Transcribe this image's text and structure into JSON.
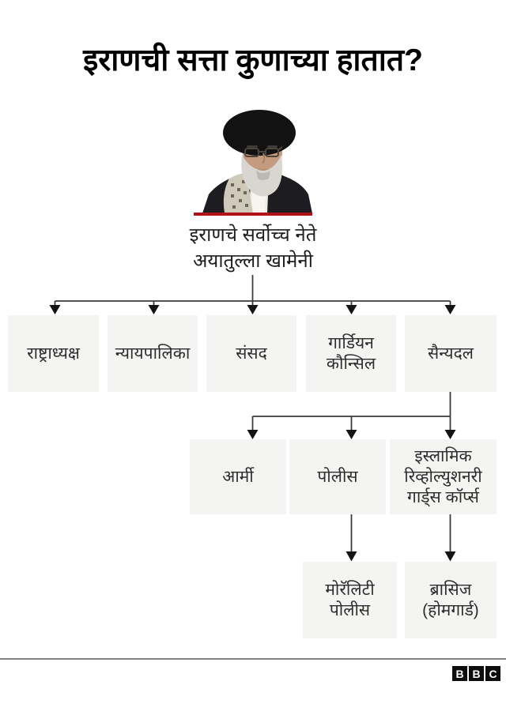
{
  "title": "इराणची सत्ता कुणाच्या हातात?",
  "leader": {
    "caption": "इराणचे सर्वोच्च नेते\nअयातुल्ला खामेनी"
  },
  "org": {
    "level1": [
      {
        "label": "राष्ट्राध्यक्ष"
      },
      {
        "label": "न्यायपालिका"
      },
      {
        "label": "संसद"
      },
      {
        "label": "गार्डियन\nकौन्सिल"
      },
      {
        "label": "सैन्यदल"
      }
    ],
    "level2": [
      {
        "label": "आर्मी"
      },
      {
        "label": "पोलीस"
      },
      {
        "label": "इस्लामिक\nरिव्होल्युशनरी\nगार्ड्स कॉर्प्स"
      }
    ],
    "level3": [
      {
        "label": "मोरॅलिटी\nपोलीस"
      },
      {
        "label": "ब्रासिज\n(होमगार्ड)"
      }
    ]
  },
  "footer": {
    "logo_letters": [
      "B",
      "B",
      "C"
    ]
  },
  "colors": {
    "accent_red": "#b01116",
    "box_bg": "#f4f4f2",
    "connector": "#3c3c3c",
    "logo_bg": "#0d0d0d"
  }
}
